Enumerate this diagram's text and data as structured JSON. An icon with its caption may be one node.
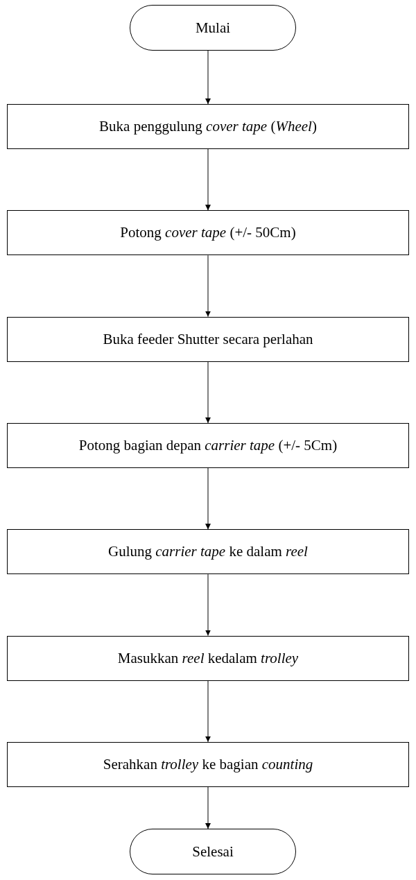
{
  "diagram": {
    "nodes": [
      {
        "text": [
          "Mulai"
        ]
      },
      {
        "text": [
          "Buka penggulung *cover tape* (*Wheel*)"
        ]
      },
      {
        "text": [
          "Potong *cover tape* (+/- 50Cm)"
        ]
      },
      {
        "text": [
          "Buka feeder Shutter secara perlahan"
        ]
      },
      {
        "text": [
          "Potong bagian depan *carrier tape* (+/- 5Cm)"
        ]
      },
      {
        "text": [
          "Gulung *carrier tape* ke dalam *reel*"
        ]
      },
      {
        "text": [
          "Masukkan *reel* kedalam *trolley*"
        ]
      },
      {
        "text": [
          "Serahkan *trolley* ke bagian *counting*"
        ]
      },
      {
        "text": [
          "Selesai"
        ]
      }
    ],
    "edges": [
      {
        "from": 0,
        "to": 1,
        "arrow": "to"
      },
      {
        "from": 1,
        "to": 2,
        "arrow": "to"
      },
      {
        "from": 2,
        "to": 3,
        "arrow": "to"
      },
      {
        "from": 3,
        "to": 4,
        "arrow": "to"
      },
      {
        "from": 4,
        "to": 5,
        "arrow": "to"
      },
      {
        "from": 5,
        "to": 6,
        "arrow": "to"
      },
      {
        "from": 6,
        "to": 7,
        "arrow": "to"
      },
      {
        "from": 7,
        "to": 8,
        "arrow": "to"
      }
    ]
  }
}
